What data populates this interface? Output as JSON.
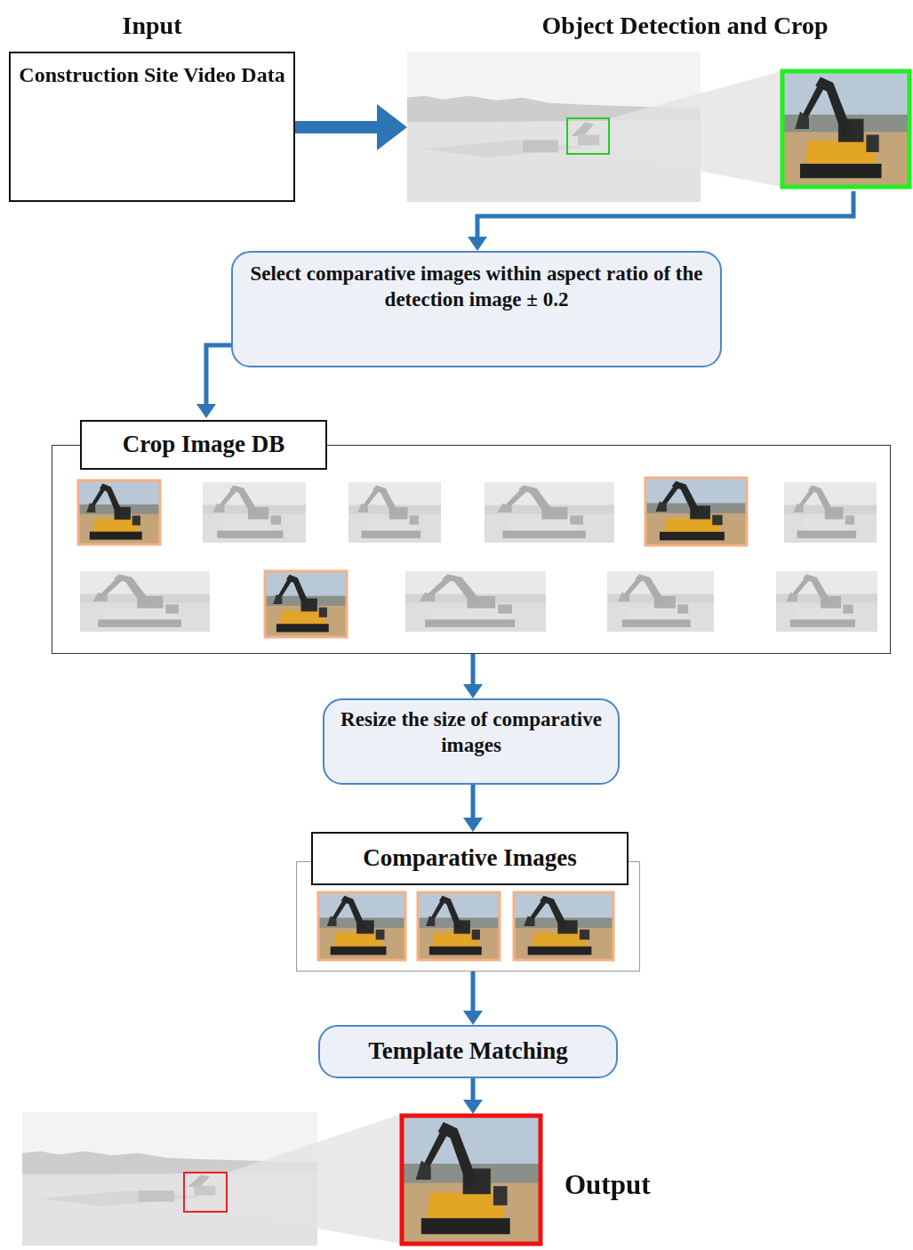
{
  "diagram": {
    "nodes": [
      {
        "text": [
          "Input",
          "Construction Site Video Data"
        ]
      },
      {
        "text": [
          "Object Detection and Crop"
        ]
      },
      {
        "text": [
          "Select comparative images within aspect ratio of the detection image ± 0.2"
        ]
      },
      {
        "text": [
          "Crop Image DB"
        ]
      },
      {
        "text": [
          "Resize the size of comparative images"
        ]
      },
      {
        "text": [
          "Comparative Images"
        ]
      },
      {
        "text": [
          "Template Matching"
        ]
      },
      {
        "text": [
          "Output"
        ]
      }
    ],
    "edges": [
      {
        "from": 0,
        "to": 1,
        "arrow": "to"
      },
      {
        "from": 1,
        "to": 2,
        "arrow": "to"
      },
      {
        "from": 2,
        "to": 3,
        "arrow": "to"
      },
      {
        "from": 3,
        "to": 4,
        "arrow": "to"
      },
      {
        "from": 4,
        "to": 5,
        "arrow": "to"
      },
      {
        "from": 5,
        "to": 6,
        "arrow": "to"
      },
      {
        "from": 6,
        "to": 7,
        "arrow": "to"
      }
    ]
  }
}
